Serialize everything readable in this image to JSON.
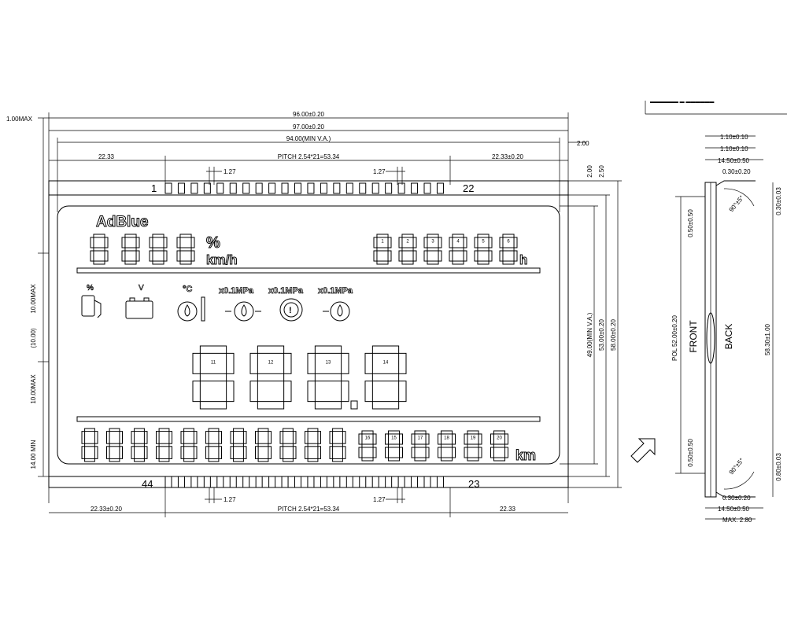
{
  "dims": {
    "top_1": "96.00±0.20",
    "top_2": "97.00±0.20",
    "top_3": "94.00(MIN V.A.)",
    "left_pin_edge": "22.33",
    "pitch": "PITCH 2.54*21=53.34",
    "right_pin_edge": "22.33±0.20",
    "pin_w": "1.27",
    "max_left": "1.00MAX",
    "r_200": "2.00",
    "r_200b": "2.00",
    "r_250": "2.50",
    "h_va": "49.00(MIN V.A.)",
    "h_53": "53.00±0.20",
    "h_58": "58.00±0.20",
    "l_10max_a": "10.00MAX",
    "l_10": "(10.00)",
    "l_10max_b": "10.00MAX",
    "l_14min": "14.00 MIN",
    "b_left": "22.33±0.20",
    "b_pitch": "PITCH 2.54*21=53.34",
    "b_right": "22.33",
    "b_pin_w": "1.27"
  },
  "pins": {
    "top_first": "1",
    "top_last": "22",
    "bot_first": "44",
    "bot_last": "23"
  },
  "lcd": {
    "adblue": "AdBlue",
    "percent": "%",
    "kmh": "km/h",
    "hour_unit": "h",
    "pct_small": "%",
    "volt_small": "V",
    "temp": "°C",
    "mpa_1": "x0.1MPa",
    "mpa_2": "x0.1MPa",
    "mpa_3": "x0.1MPa",
    "km_unit": "km",
    "big_digits": [
      "11",
      "12",
      "13",
      "14"
    ],
    "odo_digits": [
      "16",
      "15",
      "17",
      "18",
      "19",
      "20"
    ],
    "hour_digits": [
      "1",
      "2",
      "3",
      "4",
      "5",
      "6"
    ]
  },
  "side": {
    "d_110": "1.10±0.10",
    "d_110b": "1.10±0.10",
    "d_1450": "14.50±0.50",
    "d_030": "0.30±0.20",
    "d_050": "0.50±0.50",
    "d_pol": "POL 52.00±0.20",
    "front": "FRONT",
    "back": "BACK",
    "d_5830": "58.30±1.00",
    "d_030v": "0.30±0.03",
    "d_050b": "0.50±0.50",
    "d_030b": "0.30±0.20",
    "d_1450b": "14.50±0.50",
    "d_max": "MAX. 2.80",
    "d_080": "0.80±0.03",
    "angle_1": "90°±5°",
    "angle_2": "90°±5°"
  }
}
